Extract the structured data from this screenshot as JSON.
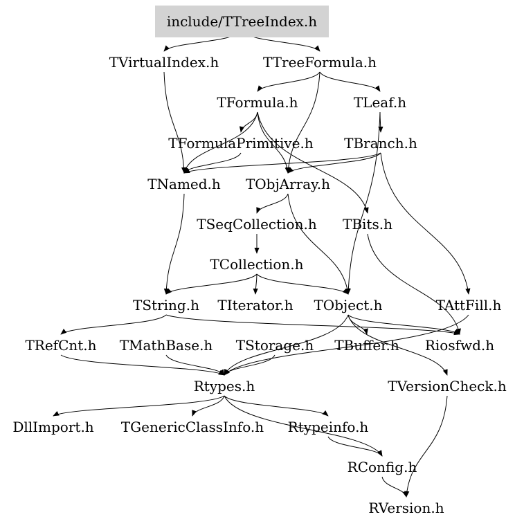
{
  "root": {
    "label": "include/TTreeIndex.h",
    "fill": "#d3d3d3"
  },
  "nodes": [
    {
      "id": "tvirtualindex",
      "label": "TVirtualIndex.h"
    },
    {
      "id": "ttreeformula",
      "label": "TTreeFormula.h"
    },
    {
      "id": "tformula",
      "label": "TFormula.h"
    },
    {
      "id": "tleaf",
      "label": "TLeaf.h"
    },
    {
      "id": "tformulaprimitive",
      "label": "TFormulaPrimitive.h"
    },
    {
      "id": "tbranch",
      "label": "TBranch.h"
    },
    {
      "id": "tnamed",
      "label": "TNamed.h"
    },
    {
      "id": "tobjarray",
      "label": "TObjArray.h"
    },
    {
      "id": "tseqcollection",
      "label": "TSeqCollection.h"
    },
    {
      "id": "tbits",
      "label": "TBits.h"
    },
    {
      "id": "tcollection",
      "label": "TCollection.h"
    },
    {
      "id": "tstring",
      "label": "TString.h"
    },
    {
      "id": "titerator",
      "label": "TIterator.h"
    },
    {
      "id": "tobject",
      "label": "TObject.h"
    },
    {
      "id": "tattfill",
      "label": "TAttFill.h"
    },
    {
      "id": "trefcnt",
      "label": "TRefCnt.h"
    },
    {
      "id": "tmathbase",
      "label": "TMathBase.h"
    },
    {
      "id": "tstorage",
      "label": "TStorage.h"
    },
    {
      "id": "tbuffer",
      "label": "TBuffer.h"
    },
    {
      "id": "riosfwd",
      "label": "Riosfwd.h"
    },
    {
      "id": "rtypes",
      "label": "Rtypes.h"
    },
    {
      "id": "tversioncheck",
      "label": "TVersionCheck.h"
    },
    {
      "id": "dllimport",
      "label": "DllImport.h"
    },
    {
      "id": "tgenericclassinfo",
      "label": "TGenericClassInfo.h"
    },
    {
      "id": "rtypeinfo",
      "label": "Rtypeinfo.h"
    },
    {
      "id": "rconfig",
      "label": "RConfig.h"
    },
    {
      "id": "rversion",
      "label": "RVersion.h"
    }
  ],
  "edges": [
    [
      "root",
      "tvirtualindex"
    ],
    [
      "root",
      "ttreeformula"
    ],
    [
      "tvirtualindex",
      "tnamed"
    ],
    [
      "ttreeformula",
      "tformula"
    ],
    [
      "ttreeformula",
      "tleaf"
    ],
    [
      "ttreeformula",
      "tobjarray"
    ],
    [
      "tformula",
      "tformulaprimitive"
    ],
    [
      "tformula",
      "tnamed"
    ],
    [
      "tformula",
      "tbits"
    ],
    [
      "tformula",
      "tobjarray"
    ],
    [
      "tformulaprimitive",
      "tnamed"
    ],
    [
      "tleaf",
      "tbranch"
    ],
    [
      "tleaf",
      "tobject"
    ],
    [
      "tbranch",
      "tnamed"
    ],
    [
      "tbranch",
      "tobjarray"
    ],
    [
      "tbranch",
      "tattfill"
    ],
    [
      "tnamed",
      "tstring"
    ],
    [
      "tobjarray",
      "tseqcollection"
    ],
    [
      "tobjarray",
      "tobject"
    ],
    [
      "tseqcollection",
      "tcollection"
    ],
    [
      "tbits",
      "riosfwd"
    ],
    [
      "tcollection",
      "tstring"
    ],
    [
      "tcollection",
      "titerator"
    ],
    [
      "tcollection",
      "tobject"
    ],
    [
      "tstring",
      "trefcnt"
    ],
    [
      "tstring",
      "riosfwd"
    ],
    [
      "tobject",
      "tbuffer"
    ],
    [
      "tobject",
      "riosfwd"
    ],
    [
      "tobject",
      "rtypes"
    ],
    [
      "tobject",
      "tversioncheck"
    ],
    [
      "tattfill",
      "rtypes"
    ],
    [
      "trefcnt",
      "rtypes"
    ],
    [
      "tmathbase",
      "rtypes"
    ],
    [
      "tstorage",
      "rtypes"
    ],
    [
      "rtypes",
      "dllimport"
    ],
    [
      "rtypes",
      "tgenericclassinfo"
    ],
    [
      "rtypes",
      "rtypeinfo"
    ],
    [
      "rtypes",
      "rconfig"
    ],
    [
      "rtypeinfo",
      "rconfig"
    ],
    [
      "rconfig",
      "rversion"
    ],
    [
      "tversioncheck",
      "rversion"
    ]
  ]
}
